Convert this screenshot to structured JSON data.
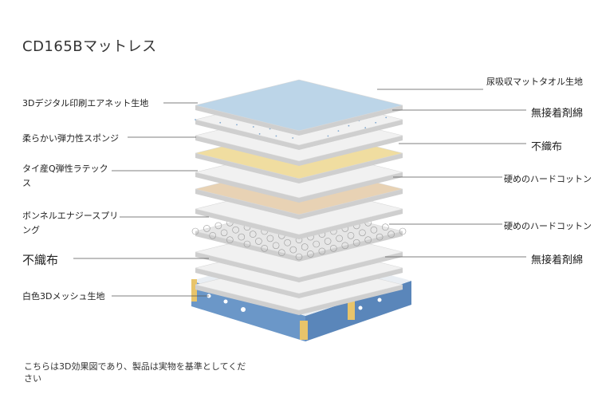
{
  "title": "CD165Bマットレス",
  "left_labels": [
    "3Dデジタル印刷エアネット生地",
    "柔らかい弾力性スポンジ",
    "タイ産Q弾性ラテックス",
    "ボンネルエナジースプリング",
    "不織布",
    "白色3Dメッシュ生地"
  ],
  "right_labels": [
    "尿吸収マットタオル生地",
    "無接着剤綿",
    "不織布",
    "硬めのハードコットン",
    "硬めのハードコットン",
    "無接着剤綿"
  ],
  "note": "こちらは3D効果図であり、製品は実物を基準としてください",
  "colors": {
    "top_fabric": "#bcd5e8",
    "sponge": "#f0dda0",
    "latex": "#e8d2b4",
    "white_layer": "#f1f1f1",
    "base_edge": "#5f8fc4",
    "leader_line": "#555555"
  }
}
